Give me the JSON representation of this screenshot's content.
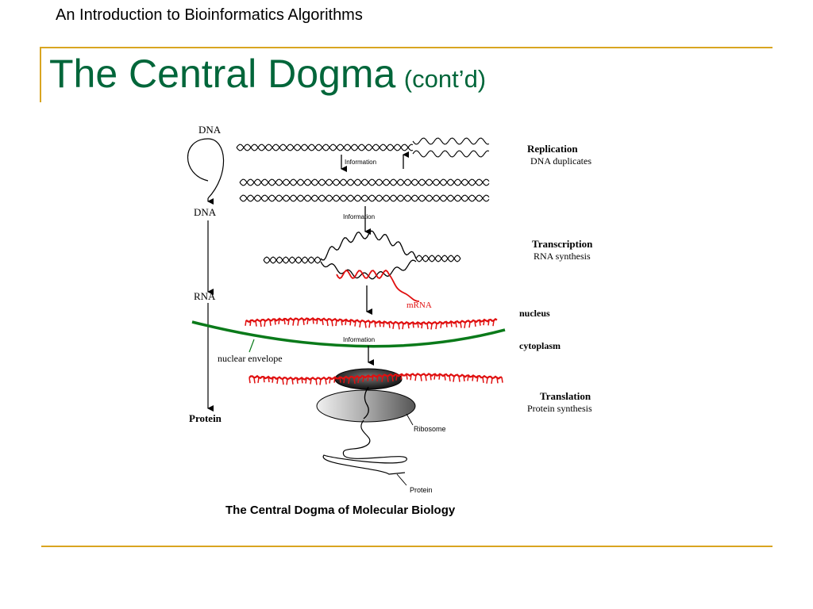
{
  "header": {
    "course_title": "An Introduction to Bioinformatics Algorithms"
  },
  "slide": {
    "title": "The Central Dogma",
    "title_suffix": "(cont’d)"
  },
  "diagram": {
    "caption": "The Central Dogma of Molecular Biology",
    "left_flow": {
      "dna": "DNA",
      "rna": "RNA",
      "protein": "Protein"
    },
    "dna_label": "DNA",
    "information_labels": [
      "Information",
      "Information",
      "Information"
    ],
    "mrna_label": "mRNA",
    "ribosome_label": "Ribosome",
    "protein_label": "Protein",
    "nuclear_envelope_label": "nuclear envelope",
    "compartments": {
      "nucleus": "nucleus",
      "cytoplasm": "cytoplasm"
    },
    "processes": [
      {
        "title": "Replication",
        "subtitle": "DNA duplicates"
      },
      {
        "title": "Transcription",
        "subtitle": "RNA synthesis"
      },
      {
        "title": "Translation",
        "subtitle": "Protein synthesis"
      }
    ],
    "colors": {
      "title_green": "#00663a",
      "rule_gold": "#d9a521",
      "mrna_red": "#e01010",
      "envelope_green": "#0a7a1a"
    }
  }
}
